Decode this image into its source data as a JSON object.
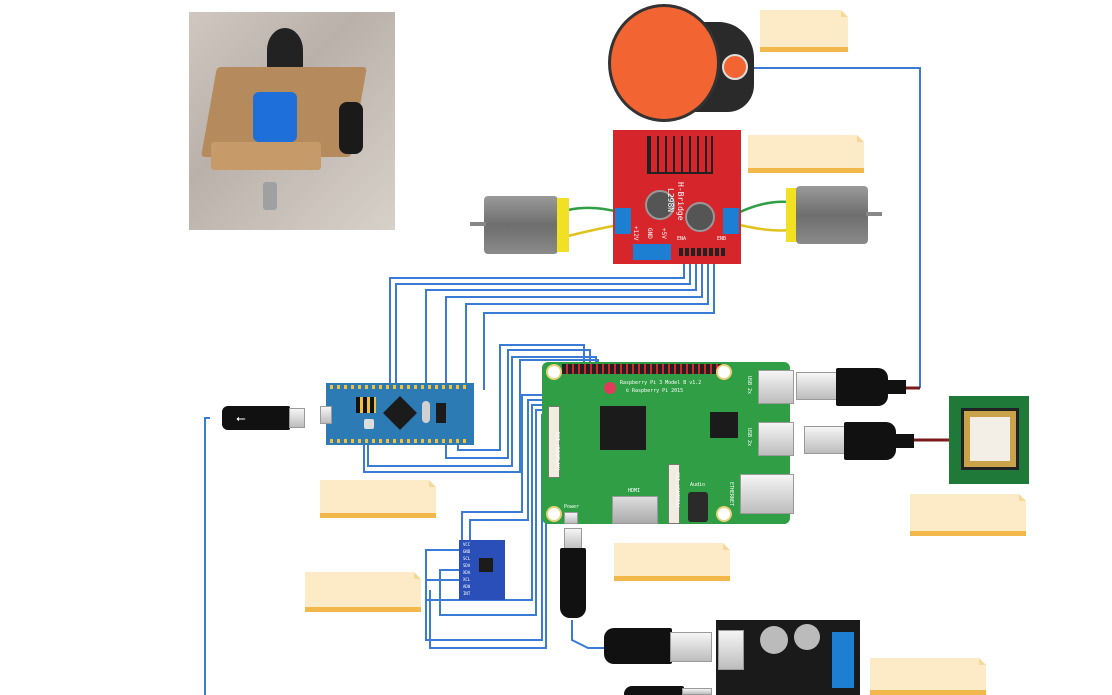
{
  "diagram": {
    "notes": [
      "",
      "",
      "",
      "",
      "",
      "",
      ""
    ],
    "driver_board": {
      "title": "L298N",
      "subtitle": "H-Bridge",
      "pins": [
        "+12V",
        "GND",
        "+5V"
      ],
      "enable_a": "ENA",
      "enable_b": "ENB"
    },
    "raspberry_pi": {
      "model": "Raspberry Pi 3 Model B v1.2",
      "copyright": "© Raspberry Pi 2015",
      "hdmi": "HDMI",
      "audio": "Audio",
      "ethernet": "ETHERNET",
      "usb1": "USB 2x",
      "usb2": "USB 2x",
      "power": "Power",
      "display": "DSI (DISPLAY)",
      "camera": "CSI (CAMERA)"
    },
    "imu_board": {
      "pins": [
        "VCC",
        "GND",
        "SCL",
        "SDA",
        "XDA",
        "XCL",
        "AD0",
        "INT"
      ]
    },
    "colors": {
      "wire": "#3a7bd5",
      "wire_dark": "#8b1a1a",
      "pi_green": "#2f9e45",
      "blue_pill": "#2c7bb5",
      "driver_red": "#d7262b",
      "note_fill": "#fdebc8",
      "note_edge": "#f2b84b"
    }
  }
}
